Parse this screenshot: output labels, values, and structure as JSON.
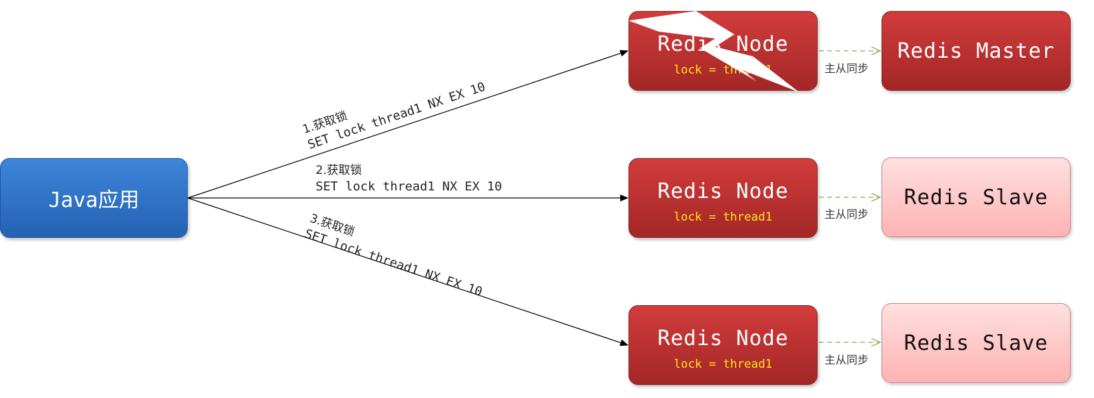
{
  "client": {
    "label": "Java应用"
  },
  "nodes": [
    {
      "title": "Redis Node",
      "lock": "lock = thread1"
    },
    {
      "title": "Redis Node",
      "lock": "lock = thread1"
    },
    {
      "title": "Redis Node",
      "lock": "lock = thread1"
    }
  ],
  "replicas": [
    {
      "label": "Redis Master"
    },
    {
      "label": "Redis Slave"
    },
    {
      "label": "Redis Slave"
    }
  ],
  "sync_label": "主从同步",
  "requests": [
    {
      "step": "1.获取锁",
      "command": "SET lock thread1 NX EX 10"
    },
    {
      "step": "2.获取锁",
      "command": "SET lock thread1 NX EX 10"
    },
    {
      "step": "3.获取锁",
      "command": "SET lock thread1 NX EX 10"
    }
  ],
  "colors": {
    "client": "#2f72c6",
    "node": "#c23232",
    "master": "#c23232",
    "slave": "#ffc4c4",
    "lock_text": "#ffe51a",
    "sync_arrow": "#9aba6a"
  },
  "icons": {
    "failure": "lightning-bolt-icon"
  }
}
